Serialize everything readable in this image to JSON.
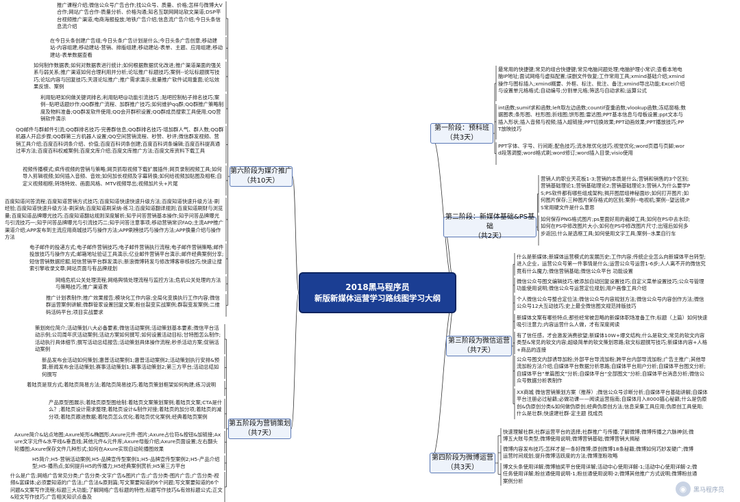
{
  "center": {
    "line1": "2018黑马程序员",
    "line2": "新版新媒体运营学习路线图学习大纲"
  },
  "stages": {
    "s1": {
      "title": "第一阶段：预科班",
      "duration": "（共3天）"
    },
    "s2": {
      "title": "第二阶段：新媒体基础&PS基础",
      "duration": "（共2天）"
    },
    "s3": {
      "title": "第三阶段为微信运营",
      "duration": "（共7天）"
    },
    "s4": {
      "title": "第四阶段为微博运营",
      "duration": "（共3天）"
    },
    "s5": {
      "title": "第五阶段为营销策划",
      "duration": "（共7天）"
    },
    "s6": {
      "title": "第六阶段为媒介推广",
      "duration": "（共10天）"
    }
  },
  "leaves": {
    "s1": [
      "最常用的快捷键;常见的组合快捷键;常见电脑问题处理;电脑护理小常识;查看本地电脑IP地址;面试网络与虚拟配置;误删文件恢复;工作常用工具;xmind基础介绍;xmind操作与图标插入;xmind概要、外框、标注、批注、备注;xmind导出功能;Excel介绍与设置单元格格式;自动编号;分割单元格;筛选与自动求和;运算公式",
      "int函数;sumif求和函数;left取左边函数;countif查重函数;vlookup函数;冻结窗格;数据图表;条形图、柱形图;折线图;饼形图;雷达图;PPT基本信息与母板设置;ppt文本与插入形状;插入音频与视频;插入超链接;PPT切换效果;PPT动画效果;PPT播放技巧;PPT放映技巧",
      "PPT字体、字号、行间距;配色技巧;流水账优化技巧;视觉优化;word页眉与页脚;word段落调整;word格式刷;word修订;word插入目录;visio使用"
    ],
    "s2": [
      "营销人的职业天花板1-3;营销的本质是什么;营销和销售的3个区别;营销基础理论1;营销基础理论2;营销基础理论3;营销人为什么要学PS;PS软件都有哪些组成架构;揭开图层组神秘面纱;如何打开图片;如何图片保存;三种图片保存格式的区别;案例--电视机;案例--望远镜;PS常用硬文件是什么意思",
      "如何保存PNG格式图片;ps里面好用的裁掉工具;如何在PS中去水印;如何在PS中修改图片大小;如何在PS中修改图片尺寸;出错后如何多步返回;什么是选框工具;如何使用文字工具;案例--水果自行车"
    ],
    "s3": [
      "什么是新媒体;新媒体运营模式的发展历史;工作内容;传统企业怎么向新媒体平台转型;进入企业，运营公众号第一件事情是什么;运营公众号运营1-6步;人人离不开的微信究竟有什么魔力;微信营销基础;微信公众平台 功能设置",
      "微信公众号图文编辑技巧;被添加自动回复设置技巧;自定义菜单设置技巧;公众号管理功能使用说明;微信公众号运营定位规划;用户画像工具介绍",
      "个人微信公众号整合定位法;微信公众号内容规划方法;微信公众号内容创作方法;微信公众号12大互动技巧;史上最全微信图文规范排版技巧",
      "新媒体文案有哪些特点;那些经常被忽略的新媒体职场准备工作;标题（上篇）如何快速吸引注意力;内容运营什么人做，才有深度阅读",
      "有了信任感，才会激发消费欲望;新媒体10W+爆文结构;什么是软文;常见的软文内容类型&常见的软文内容;超级简单的软文策划思路;软文标题撰写技巧;新媒体内容+人格+商品的连接",
      "公众号图文内部诱导加粉;外部平台导流加粉;跨平台内部导流加粉;广告主推广;其他导流加粉方法介绍;自媒体平台数据分析思路;自媒体平台用户分析;自媒体平台图文分析;自媒体平台“单篇图文”分析;自媒体平台“全部图文”分析;自媒体平台消息分析;微信公众号数据分析表制作",
      "XX商城 微信营销策划方案（推荐）;微信公众号诊断分析;自媒体平台基础讲解;自媒体平台注册必过秘籍;必做功课——阅读运营指南;自媒体月入8000猫心秘籍;什么是伪原创&伪原创分类&如何做伪原创;经典伪原创方法;信息采集工具应用;伪原创工具使用;什么是壮群;快速建社群-定主题 找成员"
    ],
    "s4": [
      "快速理解社群;社群运营平台的选择;社群推广与传播;了解微博;微博传播之六脉神剑;微博五大账号类型;微博使用说明;微博营销基础;微博营销大揭秘",
      "微博内容发布技巧;怎样才是一条好微博;原创微博18条秘籍;微博如何巧妙发硬广;微博运营时间规划;提升微博活跃度的方法;微博涨粉攻略",
      "博文头条使用详解;微博抽奖平台使用详解;活动中心使用详解-1;活动中心使用详解-2;微任务使用详解;粉丝通使用说明-1;粉丝通使用说明-2;微博其他推广方式说明;微博粉丝通案例分析"
    ],
    "s5": [
      "策划岗位简介;活动策划八大必备要素;微信活动案例;活动策划基本要素;微信平台活动示例;公司周年庆活动案例;活动方案如何撰写;如何设置活动目标;甘特图怎么制作;活动执行具体细节;撰写活动总结报告;活动策划具体操作流程;秒杀活动方案;促销活动案例",
      "新品发布会活动如何策划;惠普活动案例1;惠普活动案例2;活动策划执行安排&预算;新闻发布会活动策划;赛事活动策划1;赛事活动策划2;第三方平台;活动总结如何撰写",
      "着陆页是现方式;着陆页简易方法;着陆页简易技巧;着陆页策划框架如何构建;练习说明",
      "产品原型图展示;着陆页原型图绘制:着陆页文案策划案例;着陆页文案;CTA是什么？;着陆页设计需求整理;着陆页设计&制作对接;着陆页的加分项;着陆页的减分项;着陆页跟进数据;着陆页怎么优化;着陆页优化案例;经典着陆页案例",
      "Axure简介&站点地图;Axure矩形&椭圆形;Axure元件-图片;Axure占位符&按钮&加链接;Axure文字元件&水平线&垂直线;其他元件&元件库;Axure母版介绍;Axure页面设置;左右翻头轮播图;Axure保存文件几种形式;如何在Axure实现自动轮播图效果",
      "H5简介;H5-营销活动案例;H5-品牌宣传型案例1;H5-品牌宣传型案例2;H5-产品介绍型;H5-播热点;如何提升H5的传播力;H5经典案例赏析;H5第三方平台",
      "什么是广告;网络广告常见分类;广告分类-文字广告&图片广告;广告分类-图片广告;广告分类-视频&富媒体;必须要知道的广告法;广告法&原则篇;写文案要知道的6个问题;写文案要知道的6个问题&文案写作流程;标题三大功能;了解网络广告标题的特性;标题写作技巧&有效标题公式;正文&短文写作技巧;广告相关知识点备及"
    ],
    "s6": [
      "推广课程介绍;微信公众号广告合作;找公众号、质量、价格;怎样与微博大V合作;网站广告合作-质量分析、价格沟通;知名互联网网站软文渠道;DSP平台视频推广渠道;电商海报投放;地铁广告介绍;信息流广告介绍;今日头条信息流介绍",
      "在今日头条创建广告组;今日头条广告计划是什么;今日头条广告创意;移动建站-内容组建;移动建站-营销、排版组建;移动建站-表单、主题、应用组建;移动建站-表单数据查看",
      "如何制作数据表;如何对数据表进行统计;如何根据数据优化改进;推广渠道渠面的强关系与弱关系;推广渠道如何合理利用并分析;论坛推广标题技巧;案例--论坛标题撰写技巧;论坛内容与回复技巧;天涯论坛推广;推广需求演示;批量推广软件试用重面;论坛效果反馈、案例",
      "利用贴吧如何做关键词排名;利用贴吧@功能引流技巧 ;贴吧控制帖子排名技巧;案例--贴吧话题炒作;QQ群推广流程、加群推广技巧;如何维护qq群;QQ群推广策略制度及物料准备;QQ群发软件使用;QQ会开群积设置;QQ群成员搜索工具使用;QQ营销软件演示",
      "QQ邮件与群邮件引流;QQ群排名技巧-完善群信息;QQ群排名技巧-增加群人气、群人数;QQ群机器人开启步骤;QQ群第三方机器人设置;QQ空间营销流程、秒赞、秒评;微信群发视频、营销工具介绍;百度百科词条介绍、价值;百度百科词条创建;百度百科词条编辑;百度百科提高通过率方法;百度百科权威案例;百度文库介绍;百度文库推广方法;百度文库资料下载工具",
      "视频传播模式;疯传视频的营销与策略;网页抓取视频下载扩展插件;网页录制视频工具;如何导入剪辑视频;如何插入音频、音效;如何加长视频及字幕转换;如何给视频加贴图及相框;自定义视频相框;转场特效、画面风格、MTV视频导出;视频加片头+片尾",
      "百度知道问答流程;百度知道营销方式技巧;百度知道快速快速升级方法;百度知道快速升级方法-刷经验;百度知道快速升级方法-刷采纳;百度知道刷采纳-练习;百度知道翻译规则;百度知道刷财与浏览量;百度知道品牌曝光技巧;百度知道翻站规则深度解析;知乎问答营销基本操作;知乎问答品牌曝光与引流技巧一;知乎问答品牌曝光与引流技巧二;知乎问答注意事项;移动营销常识FAQ;主流APP推广渠道介绍;APP发布到主流应用商城技巧与操作方法;APP刷榜技巧与操作方法;APP换量介绍与操作方法",
      "电子邮件的投递方式;电子邮件营销技巧;电子邮件营销执行流程;电子邮件营销策略;邮件投放技巧与操作方式;邮箱地址验证工具演示;亿业邮件营销平台演示;邮件经典案例分享;短信营销数据挖掘;短信营销平台群发演示;新浪微博转发与修改博客审核技巧;快速让搜索引擎收录文章;网站页面与有品牌规划",
      "网络危机公关处理流程;网络舆情处理流程与监控方法;危机公关处理的方法与策略技巧;推广渠道表",
      "推广计划表制作;推广效果报告;模块化工作内容;全局化变换执行工作内容;微信群运营案例讲解;微群管家设置回复文案;粉丝裂变实战案例;群裂变发案例;二维码活码平台;项目实战要求"
    ]
  },
  "watermark": "黑马程序员"
}
